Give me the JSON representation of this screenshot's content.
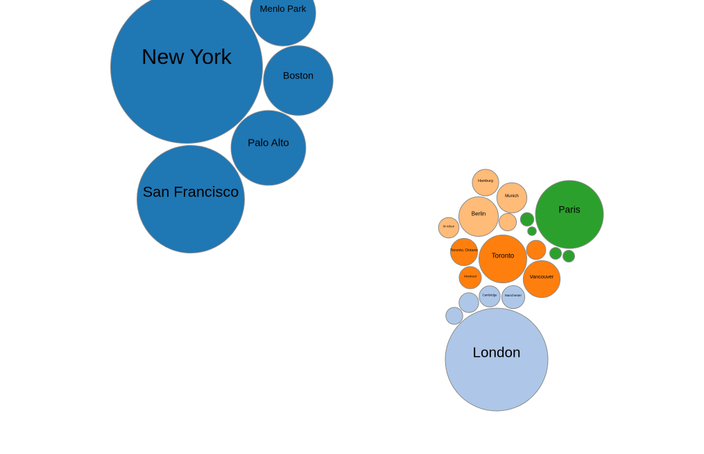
{
  "chart_data": {
    "type": "bubble-cluster",
    "title": "",
    "colors": {
      "usa": "#1f77b4",
      "germany": "#ffbb78",
      "canada": "#ff7f0e",
      "france": "#2ca02c",
      "uk": "#aec7e8"
    },
    "groups": [
      {
        "name": "",
        "color_key": "usa",
        "bubbles": [
          {
            "label": "New York",
            "value": 48000
          },
          {
            "label": "San Francisco",
            "value": 24000
          },
          {
            "label": "Palo Alto",
            "value": 11600
          },
          {
            "label": "Boston",
            "value": 10100
          },
          {
            "label": "Menlo Park",
            "value": 8900
          }
        ]
      },
      {
        "name": "",
        "color_key": "germany",
        "bubbles": [
          {
            "label": "Berlin",
            "value": 3250
          },
          {
            "label": "Munich",
            "value": 1880
          },
          {
            "label": "Hamburg",
            "value": 1460
          },
          {
            "label": "M nchen",
            "value": 880
          },
          {
            "label": "",
            "value": 640
          }
        ]
      },
      {
        "name": "",
        "color_key": "canada",
        "bubbles": [
          {
            "label": "Toronto",
            "value": 4760
          },
          {
            "label": "Vancouver",
            "value": 2830
          },
          {
            "label": "Toronto, Ontario",
            "value": 1530
          },
          {
            "label": "Montreal",
            "value": 1030
          },
          {
            "label": "",
            "value": 770
          }
        ]
      },
      {
        "name": "",
        "color_key": "france",
        "bubbles": [
          {
            "label": "Paris",
            "value": 9600
          },
          {
            "label": "",
            "value": 380
          },
          {
            "label": "",
            "value": 290
          },
          {
            "label": "",
            "value": 290
          },
          {
            "label": "",
            "value": 160
          }
        ]
      },
      {
        "name": "",
        "color_key": "uk",
        "bubbles": [
          {
            "label": "London",
            "value": 21900
          },
          {
            "label": "Manchester",
            "value": 1100
          },
          {
            "label": "Cambridge",
            "value": 930
          },
          {
            "label": "",
            "value": 810
          },
          {
            "label": "",
            "value": 600
          }
        ]
      }
    ]
  }
}
